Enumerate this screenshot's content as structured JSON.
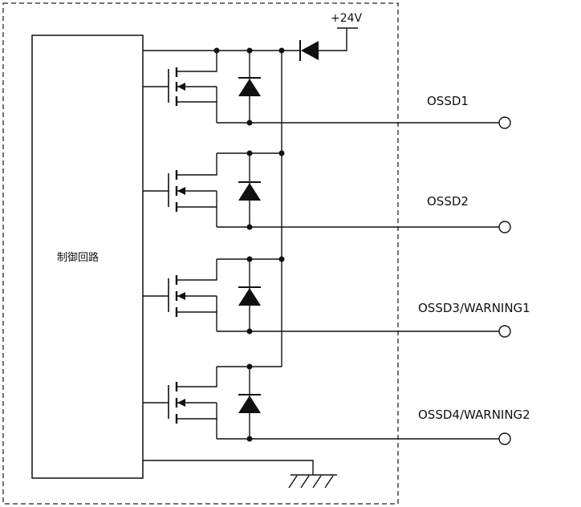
{
  "supply": {
    "label": "+24V"
  },
  "control": {
    "label": "制御回路"
  },
  "outputs": [
    {
      "label": "OSSD1"
    },
    {
      "label": "OSSD2"
    },
    {
      "label": "OSSD3/WARNING1"
    },
    {
      "label": "OSSD4/WARNING2"
    }
  ]
}
